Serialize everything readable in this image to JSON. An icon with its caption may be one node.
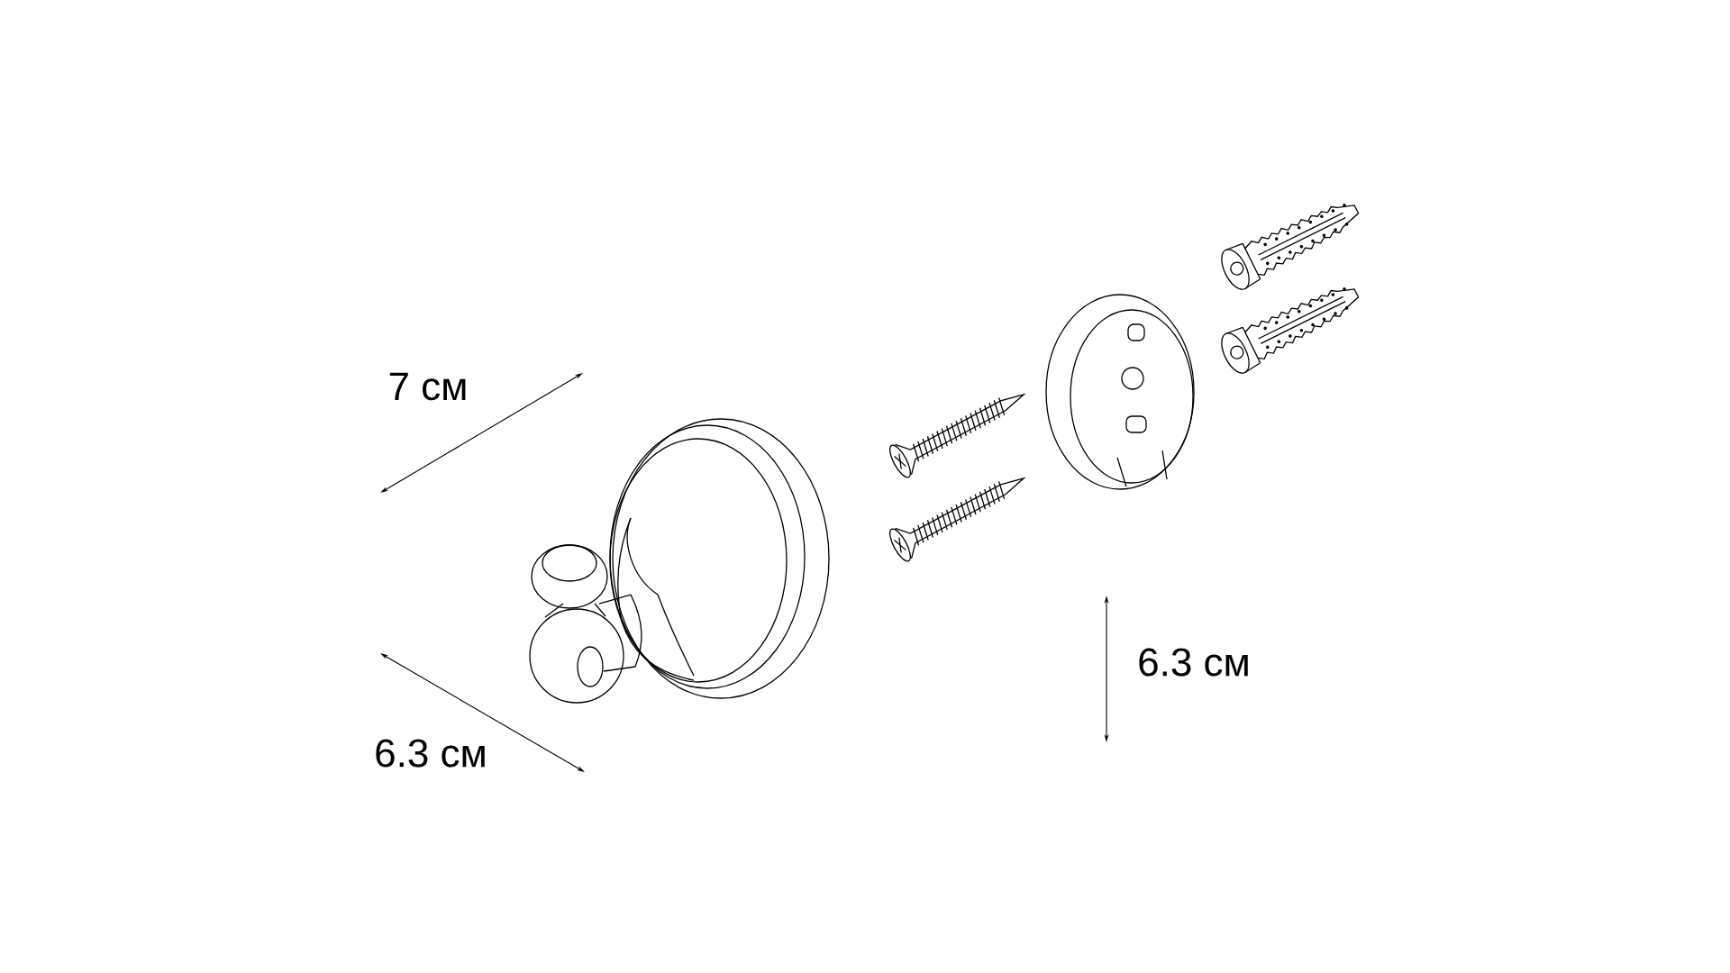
{
  "diagram": {
    "labels": [
      "7 см",
      "6.3 см",
      "6.3 см"
    ]
  }
}
